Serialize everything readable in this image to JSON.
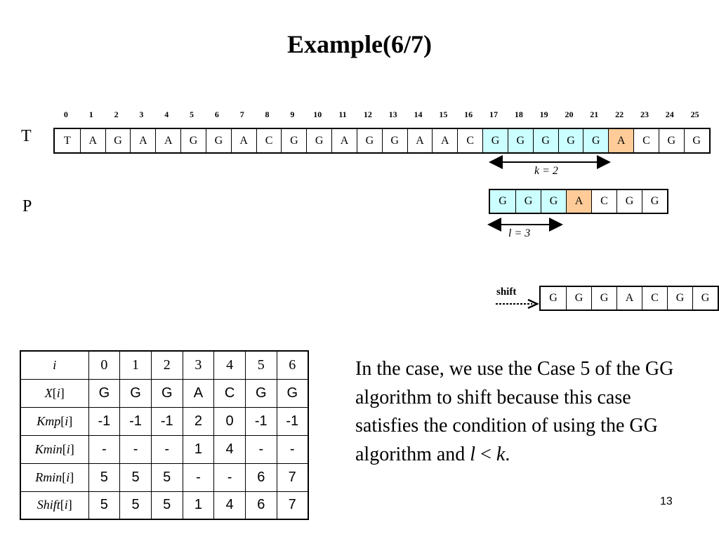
{
  "slide": {
    "title": "Example(6/7)",
    "page_number": "13"
  },
  "text_row": {
    "label": "T",
    "indices": [
      "0",
      "1",
      "2",
      "3",
      "4",
      "5",
      "6",
      "7",
      "8",
      "9",
      "10",
      "11",
      "12",
      "13",
      "14",
      "15",
      "16",
      "17",
      "18",
      "19",
      "20",
      "21",
      "22",
      "23",
      "24",
      "25"
    ],
    "chars": [
      "T",
      "A",
      "G",
      "A",
      "A",
      "G",
      "G",
      "A",
      "C",
      "G",
      "G",
      "A",
      "G",
      "G",
      "A",
      "A",
      "C",
      "G",
      "G",
      "G",
      "G",
      "G",
      "A",
      "C",
      "G",
      "G"
    ],
    "highlight_cyan": [
      17,
      18,
      19,
      20,
      21
    ],
    "highlight_orange": [
      22
    ],
    "k_label": "k = 2"
  },
  "pattern_row": {
    "label": "P",
    "chars": [
      "G",
      "G",
      "G",
      "A",
      "C",
      "G",
      "G"
    ],
    "highlight_cyan": [
      0,
      1,
      2
    ],
    "highlight_orange": [
      3
    ],
    "l_label": "l = 3"
  },
  "shifted_row": {
    "shift_label": "shift",
    "chars": [
      "G",
      "G",
      "G",
      "A",
      "C",
      "G",
      "G"
    ]
  },
  "table": {
    "rows": [
      {
        "head": "i",
        "values": [
          "0",
          "1",
          "2",
          "3",
          "4",
          "5",
          "6"
        ]
      },
      {
        "head": "X[i]",
        "values": [
          "G",
          "G",
          "G",
          "A",
          "C",
          "G",
          "G"
        ]
      },
      {
        "head": "Kmp[i]",
        "values": [
          "-1",
          "-1",
          "-1",
          "2",
          "0",
          "-1",
          "-1"
        ]
      },
      {
        "head": "Kmin[i]",
        "values": [
          "-",
          "-",
          "-",
          "1",
          "4",
          "-",
          "-"
        ]
      },
      {
        "head": "Rmin[i]",
        "values": [
          "5",
          "5",
          "5",
          "-",
          "-",
          "6",
          "7"
        ]
      },
      {
        "head": "Shift[i]",
        "values": [
          "5",
          "5",
          "5",
          "1",
          "4",
          "6",
          "7"
        ]
      }
    ]
  },
  "explanation": {
    "text": "In the case, we use the Case 5 of the GG algorithm to shift because this case satisfies the condition of using the GG algorithm and ",
    "condition_l": "l",
    "condition_op": " < ",
    "condition_k": "k",
    "end": "."
  }
}
